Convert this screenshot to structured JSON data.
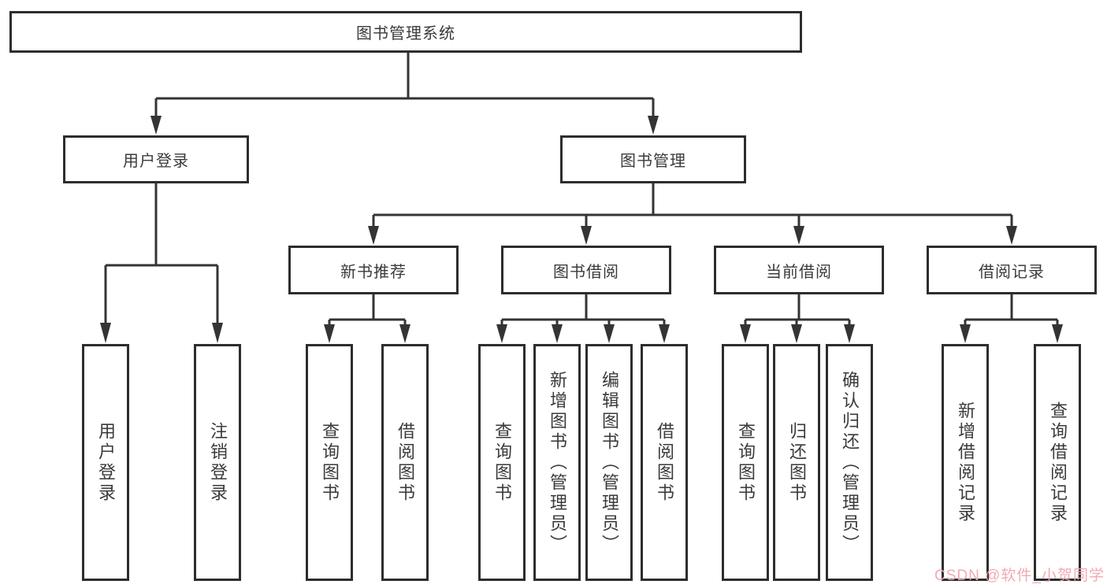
{
  "tree": {
    "root": {
      "label": "图书管理系统"
    },
    "user_login": {
      "label": "用户登录",
      "children": [
        {
          "label": "用户登录"
        },
        {
          "label": "注销登录"
        }
      ]
    },
    "book_mgmt": {
      "label": "图书管理",
      "sections": [
        {
          "label": "新书推荐",
          "children": [
            {
              "label": "查询图书"
            },
            {
              "label": "借阅图书"
            }
          ]
        },
        {
          "label": "图书借阅",
          "children": [
            {
              "label": "查询图书"
            },
            {
              "label": "新增图书（管理员）"
            },
            {
              "label": "编辑图书（管理员）"
            },
            {
              "label": "借阅图书"
            }
          ]
        },
        {
          "label": "当前借阅",
          "children": [
            {
              "label": "查询图书"
            },
            {
              "label": "归还图书"
            },
            {
              "label": "确认归还（管理员）"
            }
          ]
        },
        {
          "label": "借阅记录",
          "children": [
            {
              "label": "新增借阅记录"
            },
            {
              "label": "查询借阅记录"
            }
          ]
        }
      ]
    }
  },
  "watermark": {
    "text": "CSDN @软件_小贺同学",
    "color": "#f0a6b0"
  },
  "colors": {
    "line": "#343434",
    "border": "#2d2d2d",
    "text": "#3a3a3a",
    "background": "#ffffff"
  }
}
